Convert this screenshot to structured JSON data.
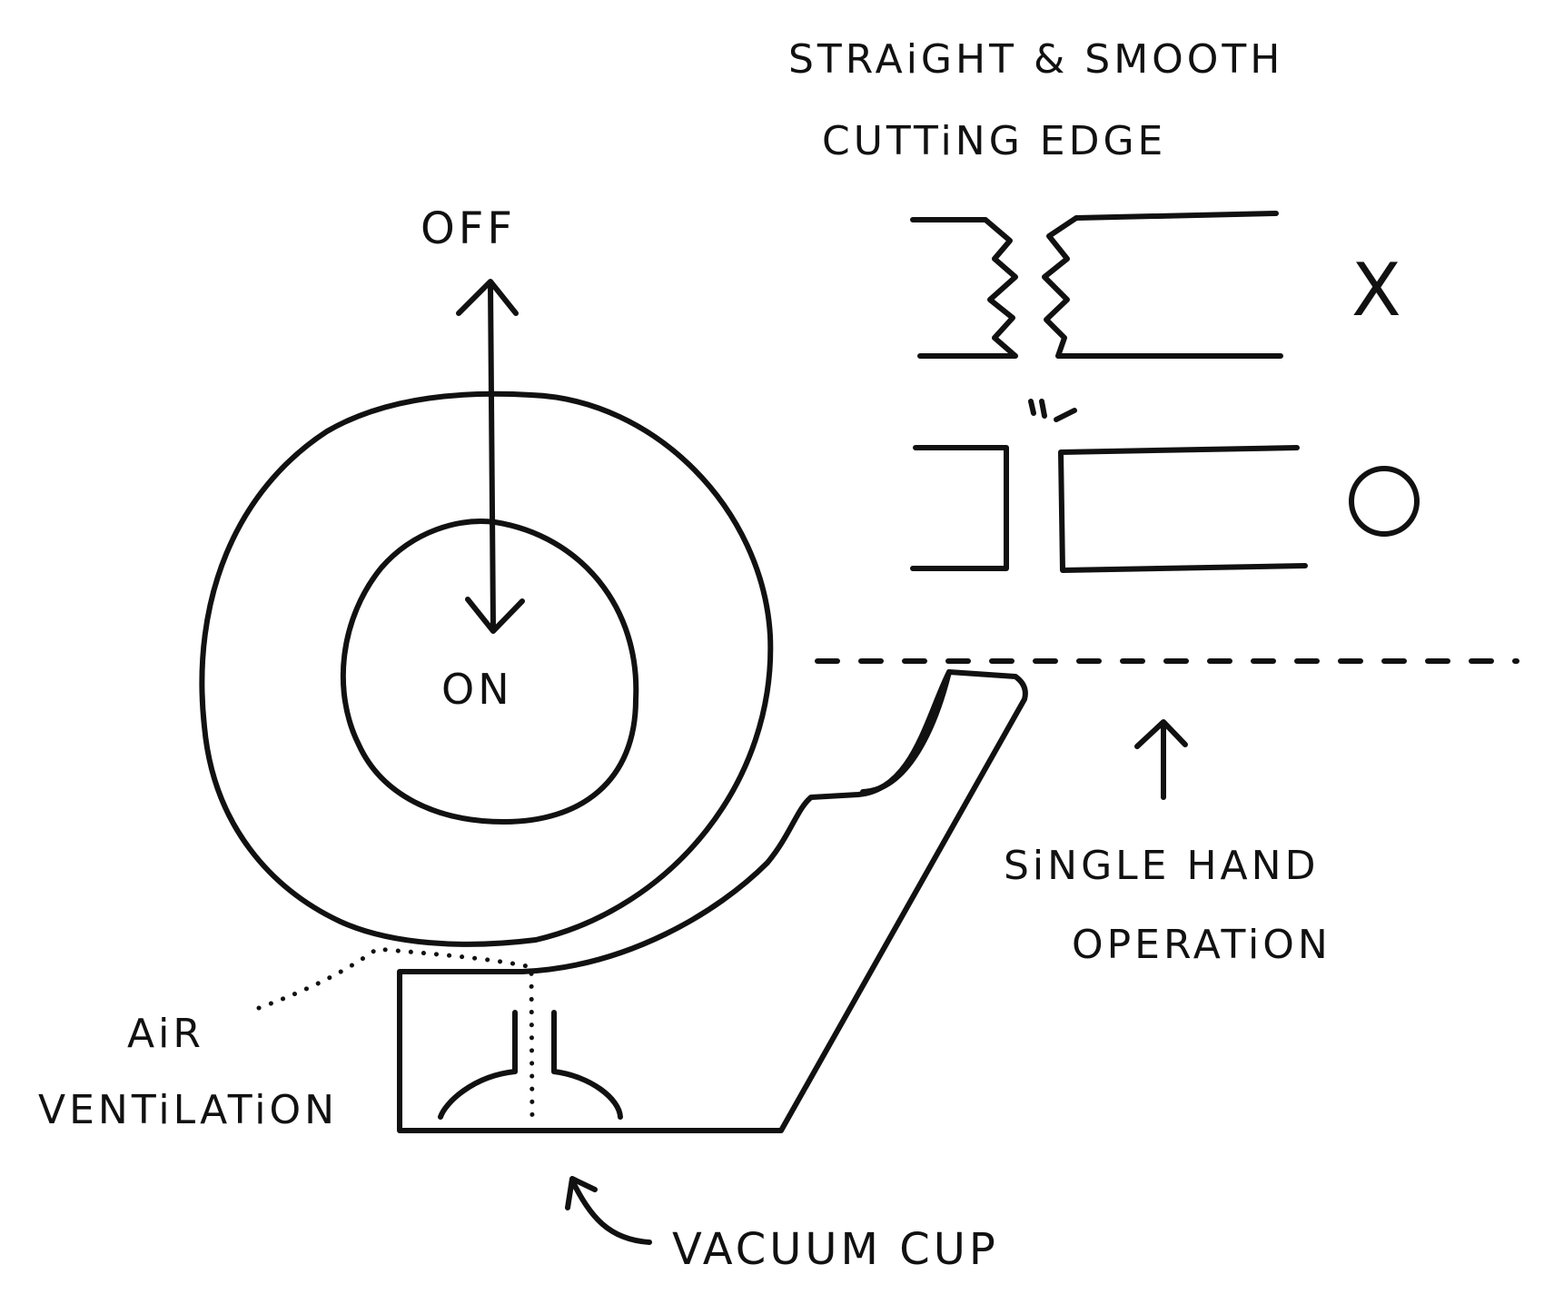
{
  "labels": {
    "top_line1": "STRAiGHT & SMOOTH",
    "top_line2": "CUTTiNG EDGE",
    "off": "OFF",
    "on": "ON",
    "wrong_mark": "X",
    "right_mark": "O",
    "single_line1": "SiNGLE HAND",
    "single_line2": "OPERATiON",
    "air_line1": "AiR",
    "air_line2": "VENTiLATiON",
    "vacuum": "VACUUM CUP"
  }
}
